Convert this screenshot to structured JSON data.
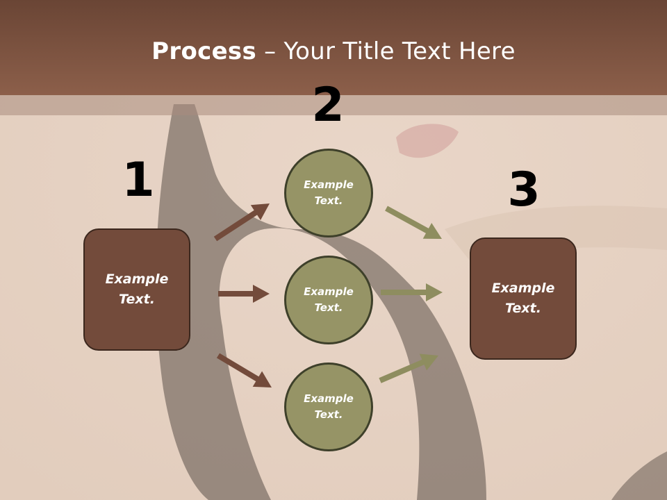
{
  "title": {
    "strong": "Process",
    "rest": " – Your Title Text Here"
  },
  "steps": [
    {
      "number": "1",
      "label": "Example\nText."
    },
    {
      "number": "2",
      "label": "Example\nText."
    },
    {
      "number": "3",
      "label": "Example\nText."
    }
  ],
  "circles": [
    {
      "label": "Example\nText."
    },
    {
      "label": "Example\nText."
    },
    {
      "label": "Example\nText."
    }
  ],
  "colors": {
    "header": "#8c5f4a",
    "box_fill": "#734b3b",
    "circle_fill": "#969466",
    "arrow_left": "#734b3b",
    "arrow_right": "#8e8d5f"
  }
}
